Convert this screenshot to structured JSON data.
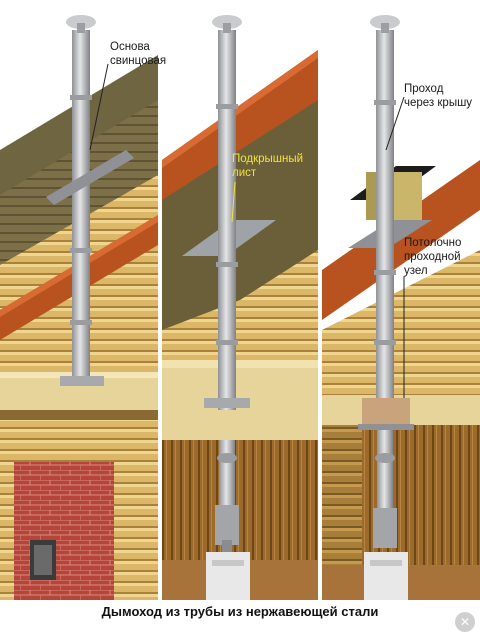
{
  "labels": {
    "lead_flashing": "Основа свинцовая",
    "under_roof_sheet": "Подкрышный лист",
    "roof_passage": "Проход через крышу",
    "ceiling_pass_unit": "Потолочно проходной узел"
  },
  "caption": "Дымоход из трубы из нержавеющей стали",
  "close_icon": "x-icon",
  "colors": {
    "log_wall": "#d9b15e",
    "rafter": "#b8531f",
    "roof_underside": "#7d7049",
    "brick": "#b5453a",
    "pipe": "#b7b9bc",
    "floor": "#e6d49a",
    "highlight_label": "#f2e23a"
  }
}
